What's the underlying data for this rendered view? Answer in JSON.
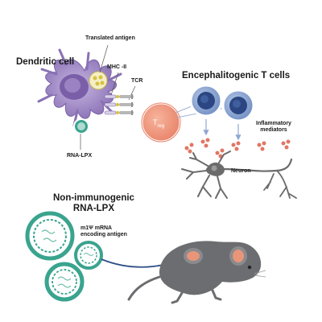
{
  "labels": {
    "dendritic_cell": "Dendritic cell",
    "translated_antigen": "Translated antigen",
    "mhc2": "MHC -II",
    "tcr": "TCR",
    "encephalitogenic": "Encephalitogenic T cells",
    "treg": "T",
    "treg_sub": "reg",
    "inflammatory_line1": "Inflammatory",
    "inflammatory_line2": "mediators",
    "rna_lpx": "RNA-LPX",
    "neuron": "Neuron",
    "non_immuno_line1": "Non-immunogenic",
    "non_immuno_line2": "RNA-LPX",
    "m1psi_line1": "m1Ψ mRNA",
    "m1psi_line2": "encoding antigen"
  },
  "colors": {
    "dendritic": "#8e76b8",
    "dendritic_light": "#b9a6d6",
    "treg": "#f0957a",
    "tcell": "#7f9ccc",
    "tcell_nucleus": "#2b4682",
    "mediator": "#e07764",
    "neuron": "#6b6b6b",
    "lpx": "#3aa48e",
    "mouse": "#6c6d70",
    "arrow": "#2d4f86"
  },
  "icons": [
    "dendritic-cell-icon",
    "treg-cell-icon",
    "t-cell-icon",
    "neuron-icon",
    "lipoplex-icon",
    "mouse-icon",
    "arrow-icon"
  ]
}
